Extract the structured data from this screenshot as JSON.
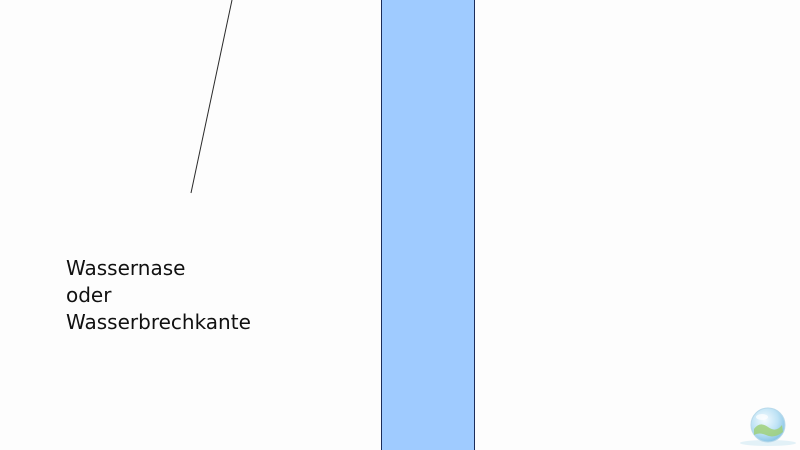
{
  "label": {
    "lines": [
      "Wassernase",
      "oder",
      "Wasserbrechkante"
    ]
  },
  "colors": {
    "panel_fill": "#9fcbff",
    "panel_stroke": "#1c2d5a",
    "leader_line": "#2a2a2a",
    "text": "#111111"
  },
  "icons": {
    "watermark": "globe-logo-icon"
  }
}
